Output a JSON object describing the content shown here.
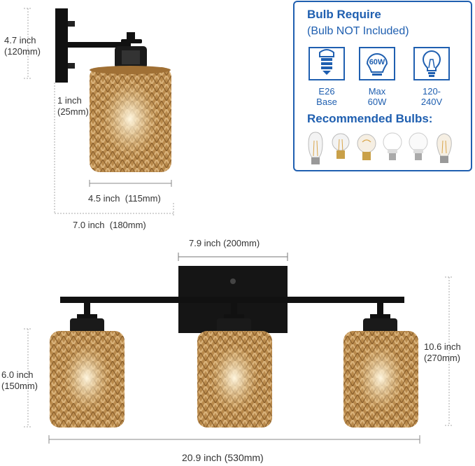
{
  "dimensions": {
    "sconce_height": "4.7 inch\n(120mm)",
    "sconce_offset": "1 inch\n(25mm)",
    "shade_width": "4.5 inch  (115mm)",
    "sconce_depth": "7.0 inch  (180mm)",
    "backplate_width": "7.9 inch (200mm)",
    "shade_height": "6.0 inch\n(150mm)",
    "fixture_height": "10.6 inch\n(270mm)",
    "fixture_width": "20.9 inch (530mm)"
  },
  "bulb_panel": {
    "title": "Bulb Require",
    "subtitle": "(Bulb NOT Included)",
    "specs": [
      {
        "icon": "e26-base-icon",
        "label": "E26\nBase"
      },
      {
        "icon": "wattage-60w-icon",
        "icon_text": "60W",
        "label": "Max\n60W"
      },
      {
        "icon": "bulb-icon",
        "label": "120-\n240V"
      }
    ],
    "recommended_title": "Recommended Bulbs:",
    "recommended_bulbs": [
      "edison-st64-bulb",
      "edison-a19-bulb",
      "filament-globe-bulb",
      "led-a19-bulb",
      "led-a19-frosted-bulb",
      "filament-g25-bulb"
    ]
  },
  "colors": {
    "accent": "#1f5fb0",
    "rattan": "#c89a5a",
    "metal": "#1a1a1a"
  }
}
